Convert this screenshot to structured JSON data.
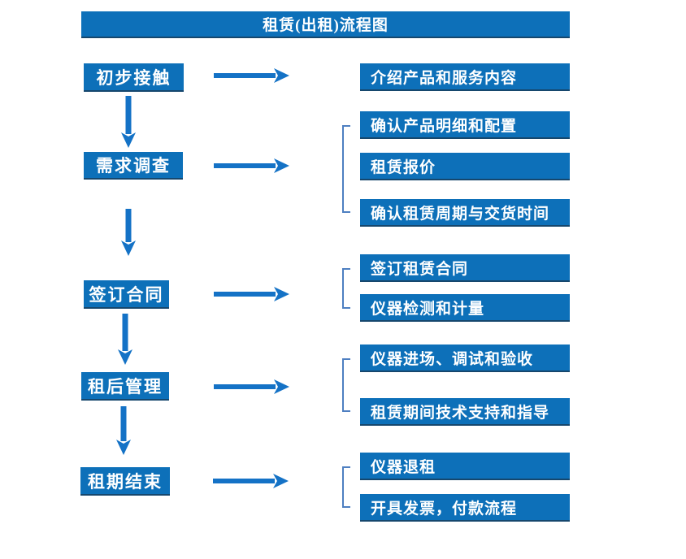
{
  "title": "租赁(出租)流程图",
  "colors": {
    "box_fill": "#0d70b9",
    "box_bottom_edge": "#16476d",
    "arrow": "#1472c6",
    "bracket": "#4e7fc1",
    "text": "#ffffff",
    "background": "#ffffff"
  },
  "steps": [
    {
      "label": "初步接触",
      "details": [
        "介绍产品和服务内容"
      ]
    },
    {
      "label": "需求调查",
      "details": [
        "确认产品明细和配置",
        "租赁报价",
        "确认租赁周期与交货时间"
      ]
    },
    {
      "label": "签订合同",
      "details": [
        "签订租赁合同",
        "仪器检测和计量"
      ]
    },
    {
      "label": "租后管理",
      "details": [
        "仪器进场、调试和验收",
        "租赁期间技术支持和指导"
      ]
    },
    {
      "label": "租期结束",
      "details": [
        "仪器退租",
        "开具发票，付款流程"
      ]
    }
  ]
}
